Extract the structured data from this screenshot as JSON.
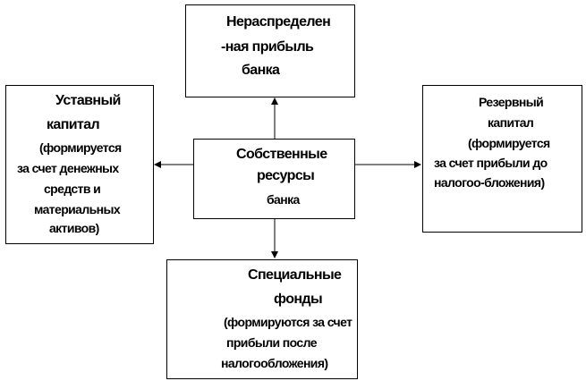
{
  "center": {
    "lines": [
      "Собственные",
      "ресурсы",
      "банка"
    ]
  },
  "top": {
    "lines": [
      "Нераспределен",
      "-ная прибыль",
      "банка"
    ]
  },
  "left": {
    "lines": [
      "Уставный",
      "капитал",
      "(формируется",
      "за счет денежных",
      "средств и",
      "материальных",
      "активов)"
    ]
  },
  "right": {
    "lines": [
      "Резервный",
      "капитал",
      "(формируется",
      "за счет прибыли до",
      "налогоо-бложения)"
    ]
  },
  "bottom": {
    "lines": [
      "Специальные",
      "фонды",
      "(формируются за счет",
      "прибыли после",
      "налогообложения)"
    ]
  }
}
